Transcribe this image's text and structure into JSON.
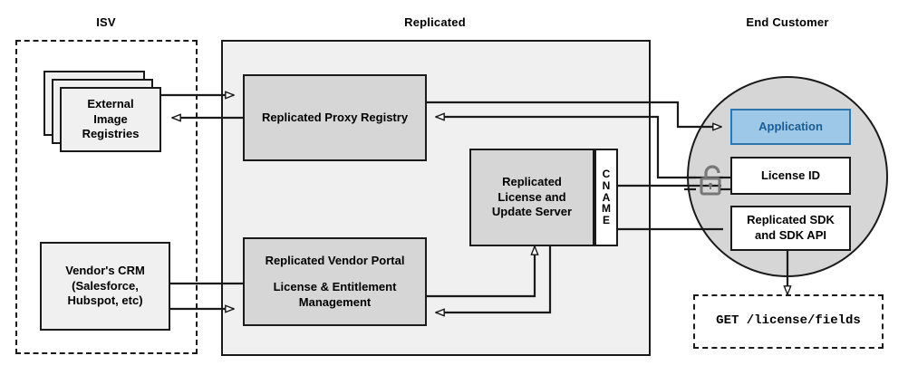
{
  "diagram": {
    "title_labels": {
      "isv": "ISV",
      "replicated": "Replicated",
      "end_customer": "End Customer"
    },
    "isv": {
      "external_registries": {
        "line1": "External",
        "line2": "Image",
        "line3": "Registries"
      },
      "vendor_crm": {
        "line1": "Vendor's CRM",
        "line2": "(Salesforce,",
        "line3": "Hubspot, etc)"
      }
    },
    "replicated": {
      "proxy_registry": "Replicated Proxy Registry",
      "license_server": {
        "line1": "Replicated",
        "line2": "License and",
        "line3": "Update Server"
      },
      "cname": {
        "letters": [
          "C",
          "N",
          "A",
          "M",
          "E"
        ],
        "text": "CNAME"
      },
      "vendor_portal": {
        "line1": "Replicated Vendor Portal",
        "line2": "License & Entitlement",
        "line3": "Management"
      }
    },
    "end_customer": {
      "application": "Application",
      "license_id": "License ID",
      "sdk": {
        "line1": "Replicated SDK",
        "line2": "and SDK API"
      },
      "lock_icon": "open-padlock-icon",
      "api_call": "GET /license/fields"
    },
    "colors": {
      "stroke": "#1a1a1a",
      "region_fill": "#f0f0f0",
      "node_fill": "#d6d6d6",
      "light_fill": "#f0f0f0",
      "white_fill": "#ffffff",
      "app_fill": "#9dc8e8",
      "app_border": "#2f76ad",
      "app_text": "#1b5d93",
      "lock": "#777777"
    }
  }
}
